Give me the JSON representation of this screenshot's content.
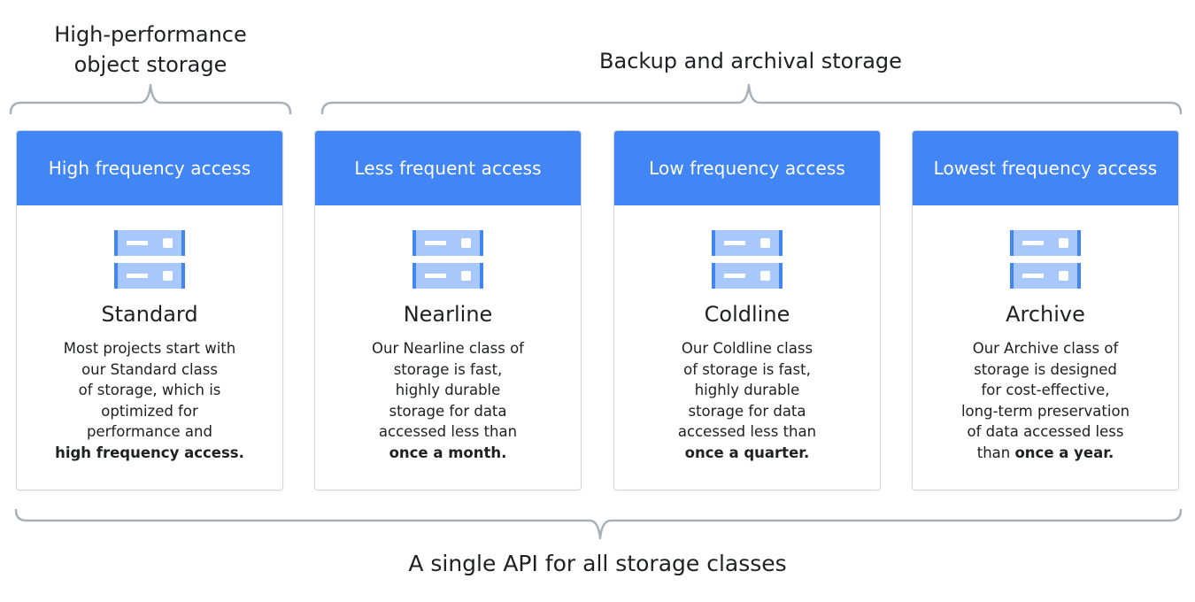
{
  "groups": {
    "high_performance": "High-performance\nobject storage",
    "backup": "Backup and archival storage",
    "api": "A single API for all storage classes"
  },
  "icon": "server-rack-icon",
  "colors": {
    "header": "#4285f4",
    "icon_light": "#a8c7fa",
    "icon_dark": "#4285f4",
    "brace": "#a8b0b8"
  },
  "cards": [
    {
      "header": "High frequency access",
      "title": "Standard",
      "desc": "Most projects start with\nour Standard class\nof storage, which is\noptimized for\nperformance and",
      "desc_em": "high frequency access."
    },
    {
      "header": "Less frequent access",
      "title": "Nearline",
      "desc": "Our Nearline class of\nstorage is fast,\nhighly durable\nstorage for data\naccessed less than",
      "desc_em": "once a month."
    },
    {
      "header": "Low frequency access",
      "title": "Coldline",
      "desc": "Our Coldline class\nof storage is fast,\nhighly durable\nstorage for data\naccessed less than",
      "desc_em": "once a quarter."
    },
    {
      "header": "Lowest frequency access",
      "title": "Archive",
      "desc": "Our Archive class of\nstorage is designed\nfor cost-effective,\nlong-term preservation\nof data accessed less\nthan",
      "desc_em": "once a year."
    }
  ]
}
